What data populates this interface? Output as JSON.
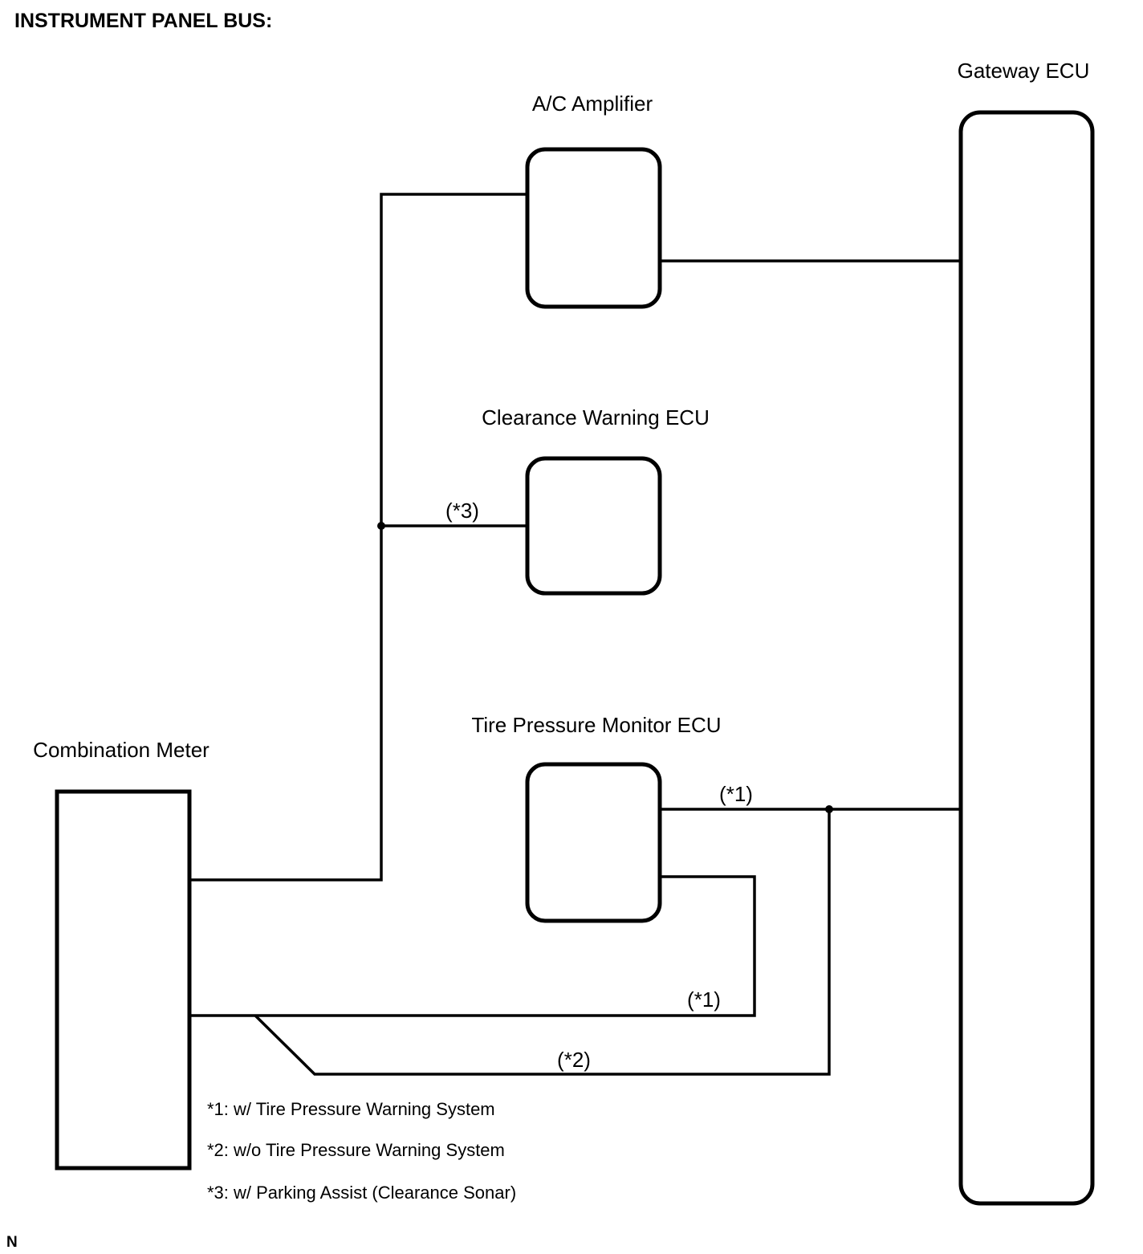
{
  "title": "INSTRUMENT PANEL BUS:",
  "components": {
    "ac_amplifier": "A/C Amplifier",
    "clearance_warning_ecu": "Clearance Warning ECU",
    "tire_pressure_monitor_ecu": "Tire Pressure Monitor ECU",
    "combination_meter": "Combination Meter",
    "gateway_ecu": "Gateway ECU"
  },
  "wire_labels": {
    "clearance_branch": "(*3)",
    "tpm_to_gateway": "(*1)",
    "tpm_to_meter": "(*1)",
    "meter_to_gateway": "(*2)"
  },
  "notes": [
    "*1: w/ Tire Pressure Warning System",
    "*2: w/o Tire Pressure Warning System",
    "*3: w/ Parking Assist (Clearance Sonar)"
  ],
  "figure_code": "N"
}
